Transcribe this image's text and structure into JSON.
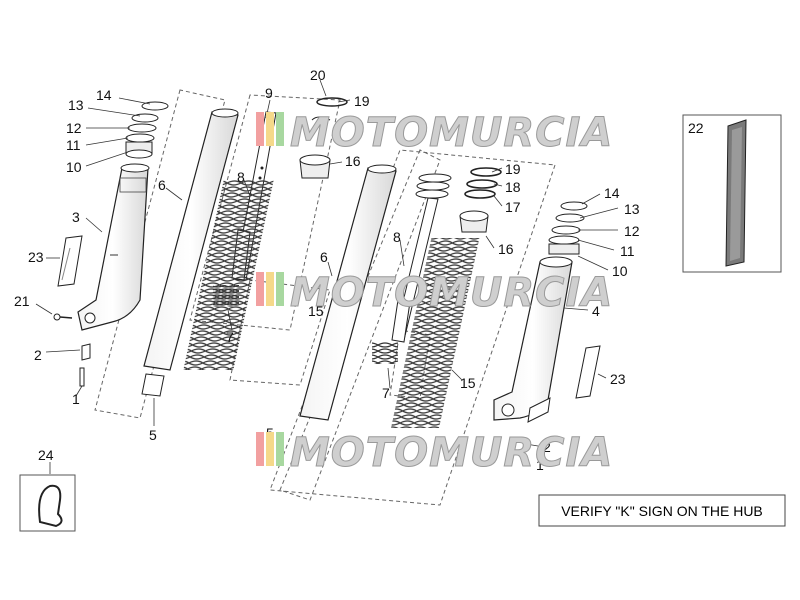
{
  "watermark": {
    "text": "MOTOMURCIA"
  },
  "note": {
    "text": "VERIFY \"K\" SIGN ON THE HUB"
  },
  "callouts": [
    "1",
    "2",
    "3",
    "4",
    "5",
    "6",
    "7",
    "8",
    "9",
    "10",
    "11",
    "12",
    "13",
    "14",
    "15",
    "16",
    "17",
    "18",
    "19",
    "20",
    "21",
    "22",
    "23",
    "24"
  ]
}
